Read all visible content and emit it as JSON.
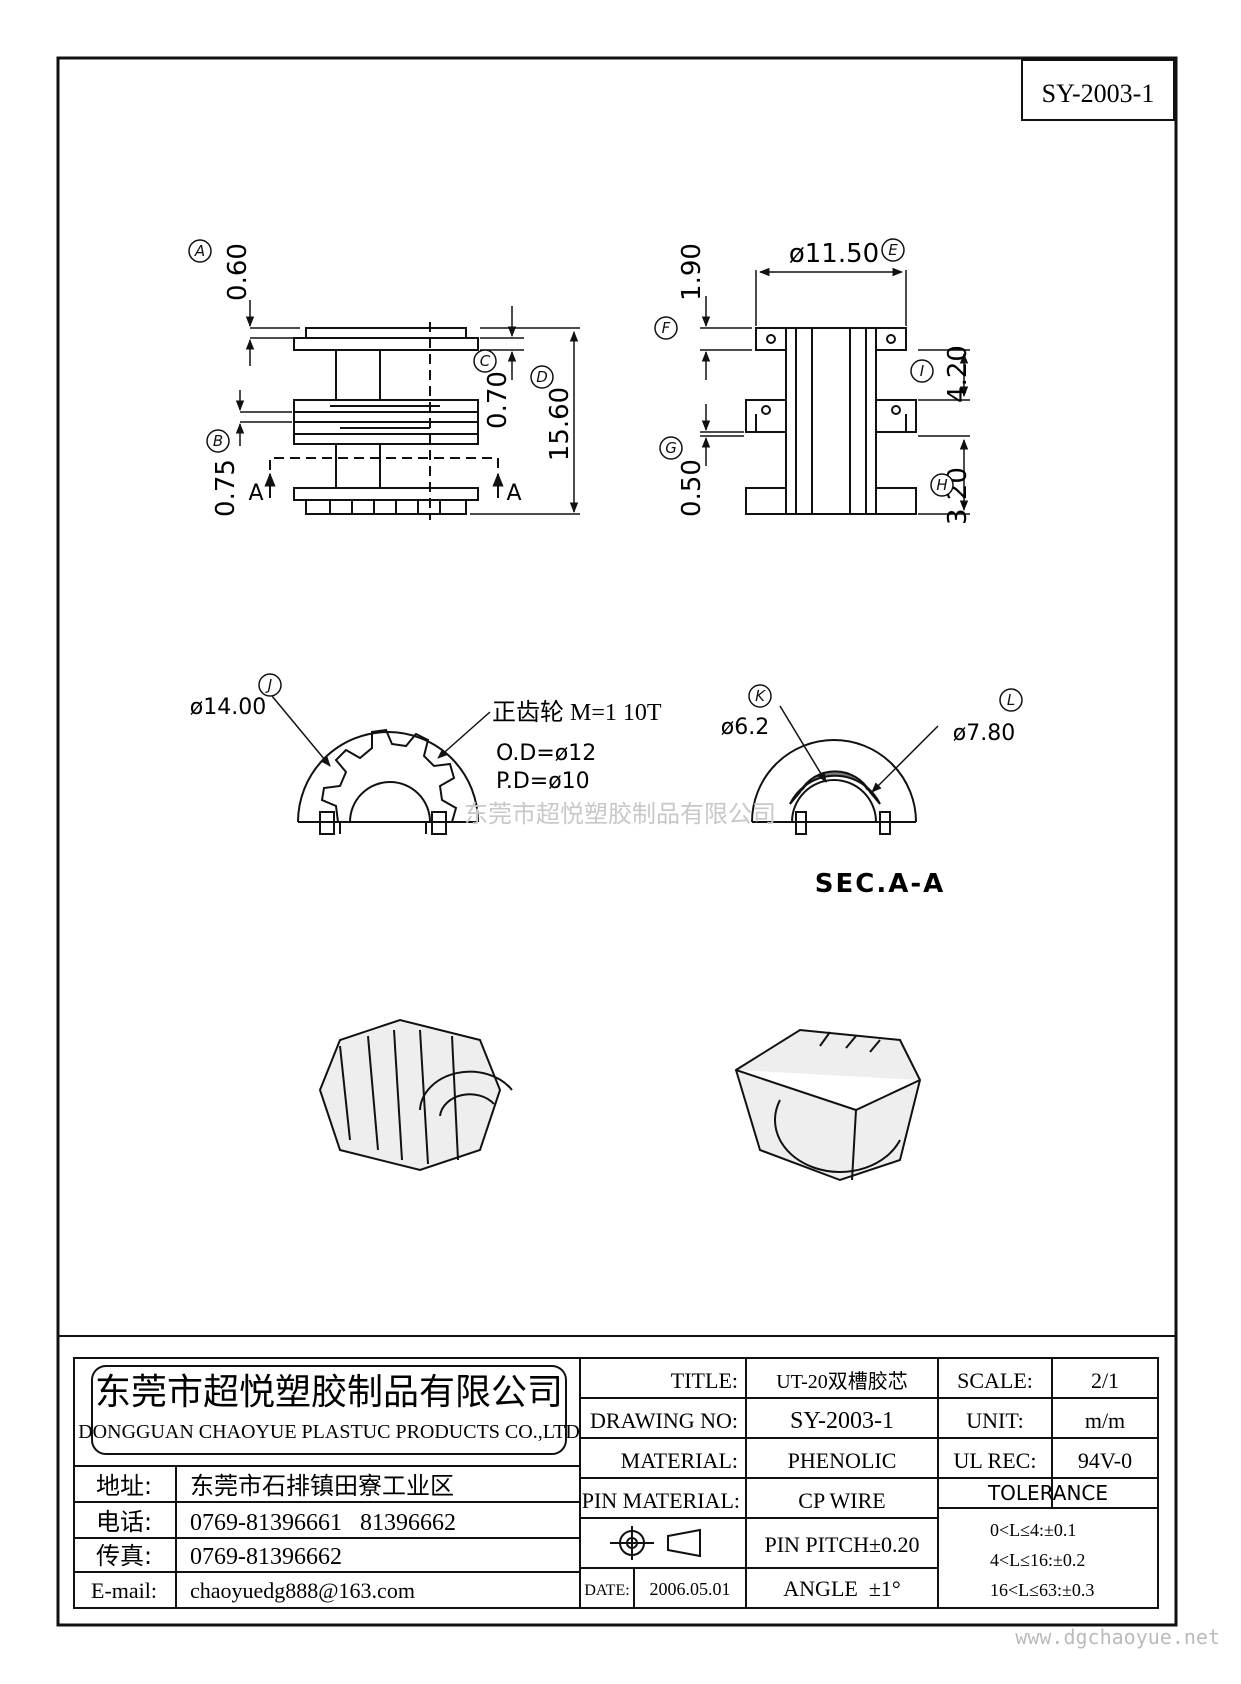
{
  "drawing_number_tag": "SY-2003-1",
  "dimensions": {
    "A": "0.60",
    "B": "0.75",
    "C": "0.70",
    "D": "15.60",
    "E": "ø11.50",
    "F": "1.90",
    "G": "0.50",
    "H": "3.20",
    "I": "4.20",
    "J": "ø14.00",
    "K": "ø6.2",
    "L": "ø7.80"
  },
  "callouts": [
    "A",
    "B",
    "C",
    "D",
    "E",
    "F",
    "G",
    "H",
    "I",
    "J",
    "K",
    "L"
  ],
  "section_marks": {
    "left": "A",
    "right": "A"
  },
  "gear_note": {
    "line1": "正齿轮 M=1 10T",
    "line2": "O.D=ø12",
    "line3": "P.D=ø10"
  },
  "section_label": "SEC.A-A",
  "watermark": "东莞市超悦塑胶制品有限公司",
  "company": {
    "name_cn": "东莞市超悦塑胶制品有限公司",
    "name_en": "DONGGUAN CHAOYUE PLASTUC PRODUCTS CO.,LTD"
  },
  "contact": {
    "address_label": "地址:",
    "address": "东莞市石排镇田寮工业区",
    "phone_label": "电话:",
    "phone": "0769-81396661   81396662",
    "fax_label": "传真:",
    "fax": "0769-81396662",
    "email_label": "E-mail:",
    "email": "chaoyuedg888@163.com"
  },
  "title_block": {
    "title_label": "TITLE:",
    "title": "UT-20双槽胶芯",
    "drawing_no_label": "DRAWING NO:",
    "drawing_no": "SY-2003-1",
    "material_label": "MATERIAL:",
    "material": "PHENOLIC",
    "pin_material_label": "PIN MATERIAL:",
    "pin_material": "CP WIRE",
    "pin_pitch": "PIN PITCH±0.20",
    "angle": "ANGLE  ±1°",
    "date_label": "DATE:",
    "date": "2006.05.01",
    "scale_label": "SCALE:",
    "scale": "2/1",
    "unit_label": "UNIT:",
    "unit": "m/m",
    "ul_label": "UL REC:",
    "ul": "94V-0",
    "tolerance_label": "TOLERANCE",
    "tolerances": [
      "0<L≤4:±0.1",
      "4<L≤16:±0.2",
      "16<L≤63:±0.3"
    ]
  },
  "website": "www.dgchaoyue.net"
}
